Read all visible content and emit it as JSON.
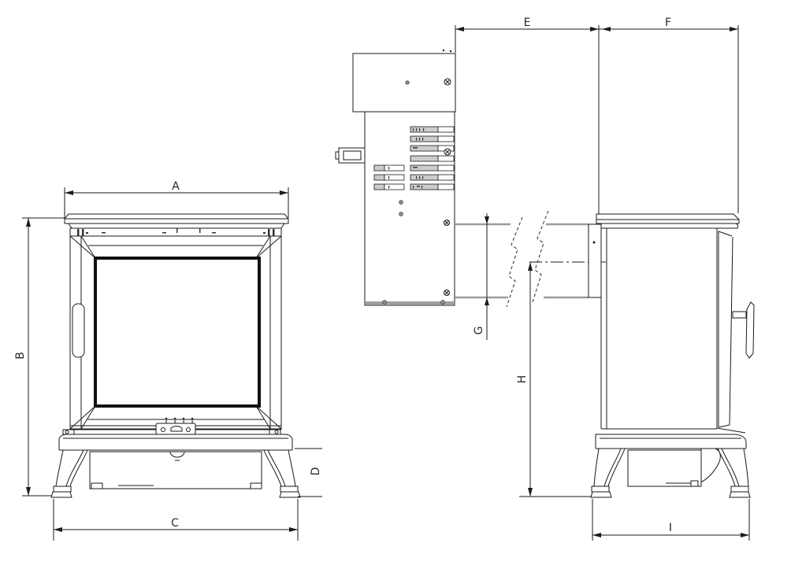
{
  "front_view": {
    "labels": {
      "A": "A",
      "B": "B",
      "C": "C",
      "D": "D"
    }
  },
  "side_view": {
    "labels": {
      "E": "E",
      "F": "F",
      "G": "G",
      "H": "H",
      "I": "I"
    }
  },
  "colors": {
    "background": "#ffffff",
    "linework": "#1a1a1a",
    "secondary_linework": "#9b9b9b",
    "label_text": "#1d2836"
  }
}
